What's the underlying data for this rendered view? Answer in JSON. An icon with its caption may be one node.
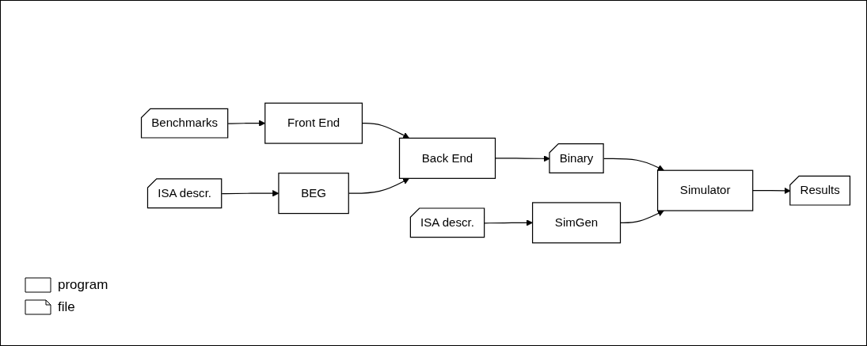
{
  "diagram": {
    "nodes": [
      {
        "text": [
          "Benchmarks"
        ]
      },
      {
        "text": [
          "Front End"
        ]
      },
      {
        "text": [
          "Back End"
        ]
      },
      {
        "text": [
          "Binary"
        ]
      },
      {
        "text": [
          "ISA descr."
        ]
      },
      {
        "text": [
          "BEG"
        ]
      },
      {
        "text": [
          "Simulator"
        ]
      },
      {
        "text": [
          "Results"
        ]
      },
      {
        "text": [
          "ISA descr."
        ]
      },
      {
        "text": [
          "SimGen"
        ]
      }
    ],
    "edges": [
      {
        "from": 0,
        "to": 1,
        "arrow": "to"
      },
      {
        "from": 1,
        "to": 2,
        "arrow": "to"
      },
      {
        "from": 2,
        "to": 3,
        "arrow": "to"
      },
      {
        "from": 4,
        "to": 5,
        "arrow": "to"
      },
      {
        "from": 5,
        "to": 2,
        "arrow": "to"
      },
      {
        "from": 3,
        "to": 6,
        "arrow": "to"
      },
      {
        "from": 6,
        "to": 7,
        "arrow": "to"
      },
      {
        "from": 8,
        "to": 9,
        "arrow": "to"
      },
      {
        "from": 9,
        "to": 6,
        "arrow": "to"
      }
    ],
    "legend": [
      {
        "text": "program"
      },
      {
        "text": "file"
      }
    ]
  }
}
